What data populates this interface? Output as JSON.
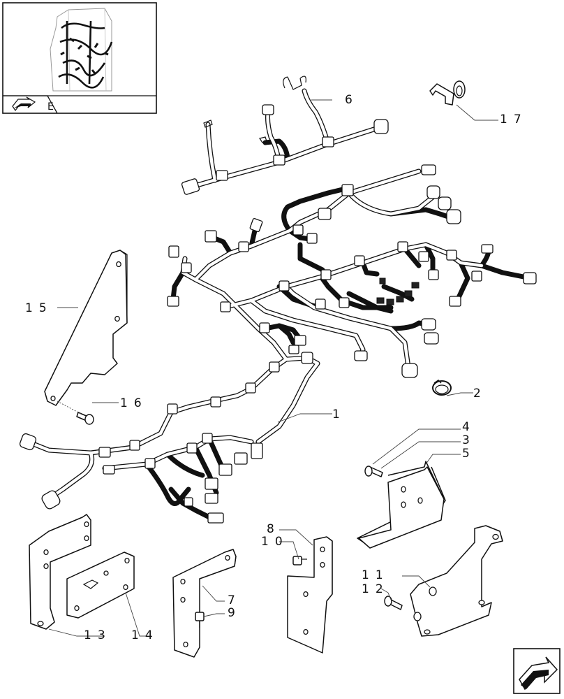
{
  "callouts": {
    "c1": "1",
    "c2": "2",
    "c3": "3",
    "c4": "4",
    "c5": "5",
    "c6": "6",
    "c7": "7",
    "c8": "8",
    "c9": "9",
    "c10": "10",
    "c11": "11",
    "c12": "12",
    "c13": "13",
    "c14": "14",
    "c15": "15",
    "c16": "16",
    "c17": "17"
  },
  "thumbnail": {
    "label": "E"
  },
  "icons": {
    "nav_arrow": "arrow-icon",
    "thumb_arrow": "arrow-icon"
  }
}
